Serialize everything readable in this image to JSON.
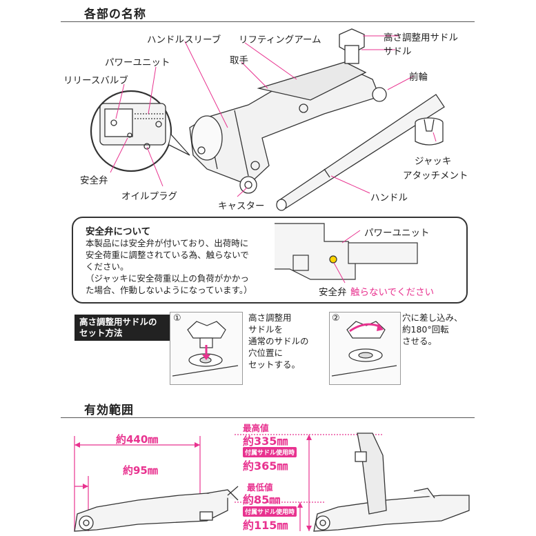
{
  "section_names": {
    "title": "各部の名称",
    "labels": {
      "handle_sleeve": "ハンドルスリーブ",
      "lifting_arm": "リフティングアーム",
      "adj_saddle": "高さ調整用サドル",
      "saddle": "サドル",
      "power_unit": "パワーユニット",
      "grip": "取手",
      "front_wheel": "前輪",
      "release_valve": "リリースバルブ",
      "safety_valve": "安全弁",
      "oil_plug": "オイルプラグ",
      "caster": "キャスター",
      "handle": "ハンドル",
      "jack_attachment_1": "ジャッキ",
      "jack_attachment_2": "アタッチメント"
    }
  },
  "safety": {
    "heading": "安全弁について",
    "lines": [
      "本製品には安全弁が付いており、出荷時に",
      "安全荷重に調整されている為、触らないで",
      "ください。",
      "（ジャッキに安全荷重以上の負荷がかかっ",
      "た場合、作動しないようになっています。）"
    ],
    "power_unit_label": "パワーユニット",
    "valve_label": "安全弁",
    "warning": "触らないでください"
  },
  "saddle_setup": {
    "tag_line1": "高さ調整用サドルの",
    "tag_line2": "セット方法",
    "step1_num": "①",
    "step1_lines": [
      "高さ調整用",
      "サドルを",
      "通常のサドルの",
      "穴位置に",
      "セットする。"
    ],
    "step2_num": "②",
    "step2_lines": [
      "穴に差し込み、",
      "約180°回転",
      "させる。"
    ]
  },
  "range": {
    "title": "有効範囲",
    "length": "約440㎜",
    "min_reach": "約95㎜",
    "max_label": "最高値",
    "max_value": "約335㎜",
    "max_saddle_pill": "付属サドル使用時",
    "max_saddle_value": "約365㎜",
    "min_label": "最低値",
    "min_value": "約85㎜",
    "min_saddle_pill": "付属サドル使用時",
    "min_saddle_value": "約115㎜"
  },
  "colors": {
    "accent": "#e8328f",
    "line": "#333333"
  }
}
